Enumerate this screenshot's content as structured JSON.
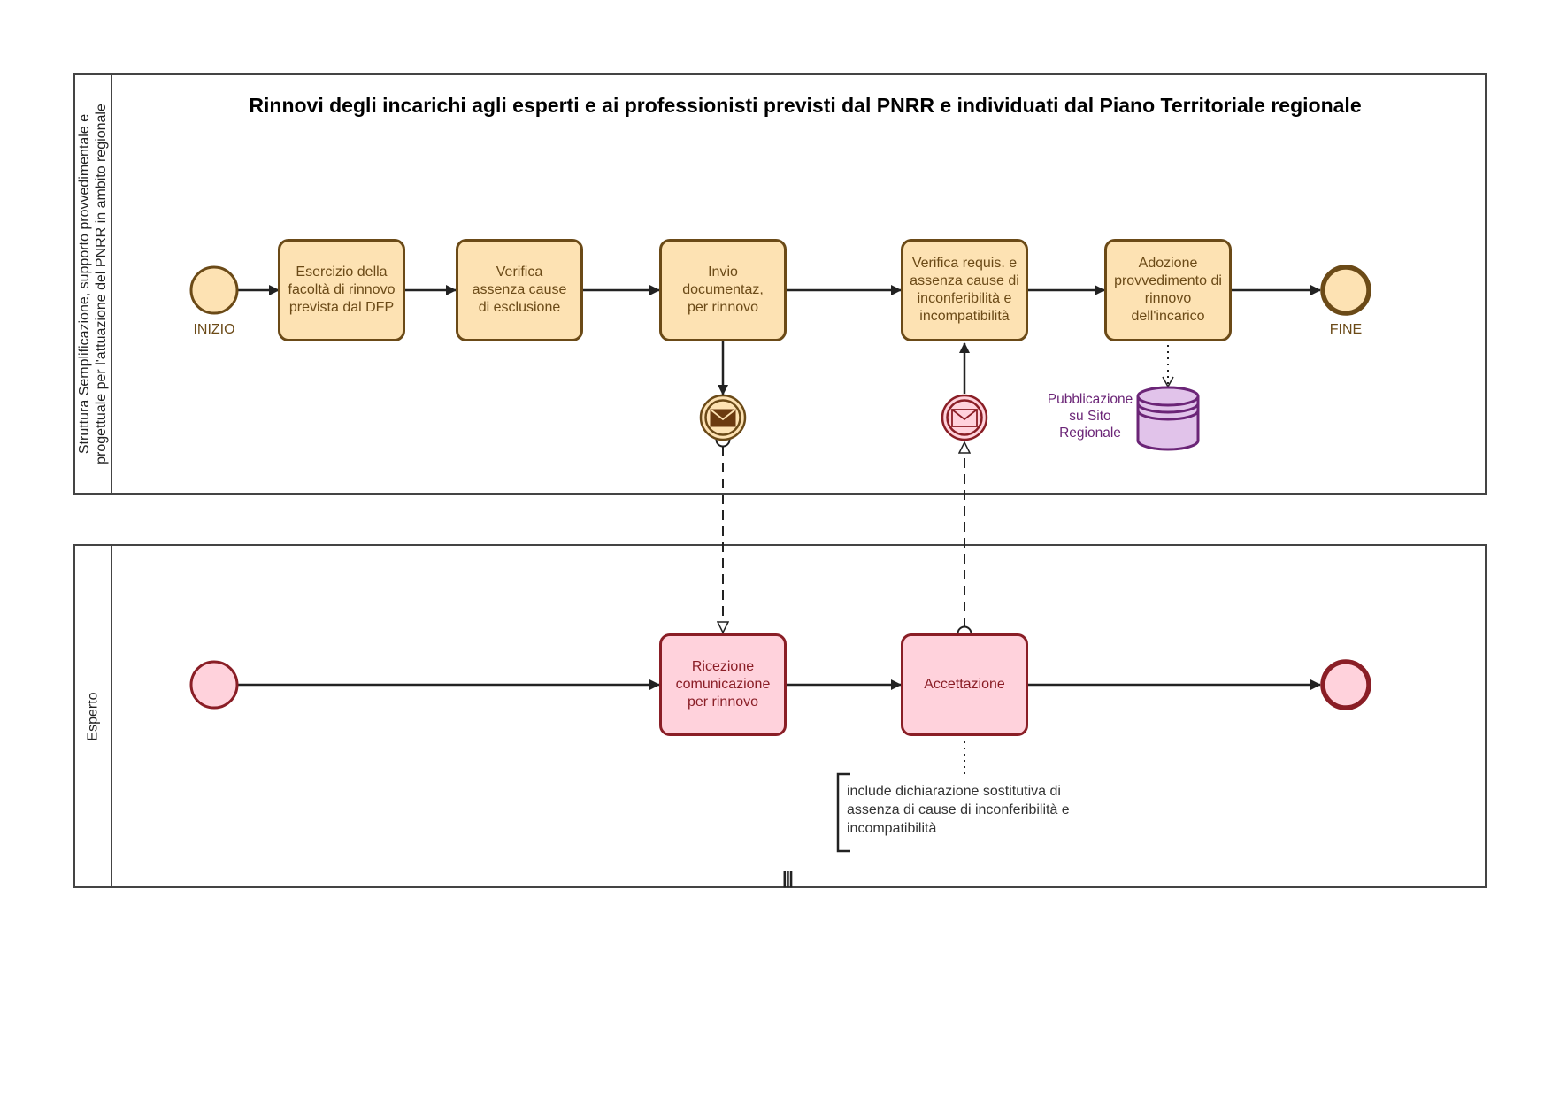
{
  "diagram": {
    "title": "Rinnovi degli incarichi agli esperti e ai professionisti previsti dal PNRR e individuati dal Piano Territoriale regionale",
    "pools": {
      "top": {
        "label_lines": [
          "Struttura Semplificazione, supporto provvedimentale e",
          "progettuale per l'attuazione del PNRR in ambito regionale"
        ]
      },
      "bottom": {
        "label": "Esperto"
      }
    },
    "events": {
      "start_label": "INIZIO",
      "end_label": "FINE"
    },
    "tasks": {
      "esercizio": "Esercizio della facoltà di rinnovo prevista dal DFP",
      "verifica_esclusione": "Verifica assenza cause di esclusione",
      "invio": "Invio documentaz, per rinnovo",
      "verifica_requisiti": "Verifica requis. e assenza cause di inconferibilità e incompatibilità",
      "adozione": "Adozione provvedimento di rinnovo dell'incarico",
      "ricezione": "Ricezione comunicazione per rinnovo",
      "accettazione": "Accettazione"
    },
    "data_store": {
      "label": "Pubblicazione su Sito Regionale"
    },
    "annotation": {
      "text": "include dichiarazione sostitutiva di assenza di cause di inconferibilità e incompatibilità"
    },
    "colors": {
      "orange_fill": "#fde2b3",
      "orange_stroke": "#6b4a17",
      "pink_fill": "#ffd2dc",
      "pink_stroke": "#8a1e26",
      "purple_fill": "#e1c3ea",
      "purple_stroke": "#6b2577"
    }
  }
}
